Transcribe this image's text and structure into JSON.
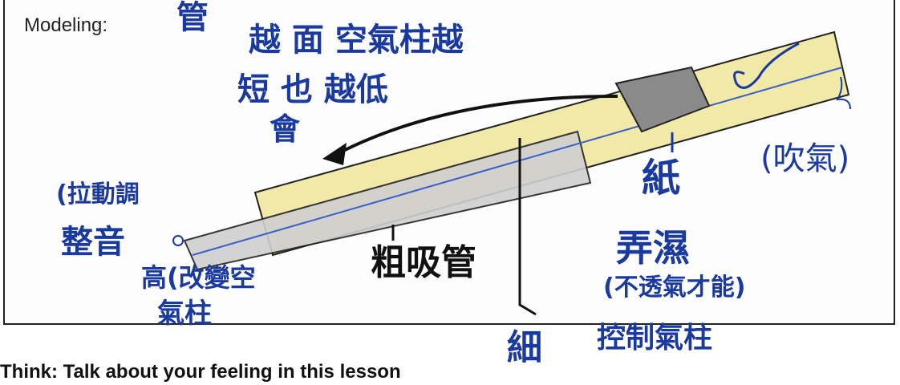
{
  "header": {
    "title": "Modeling:"
  },
  "annotations": {
    "top_fragment": "管",
    "longer_pipe_line1": "越 面 空氣柱越",
    "longer_pipe_line2": "短 也 越低",
    "longer_pipe_line3": "會",
    "blow": "(吹氣)",
    "pull_adjust": "(拉動調",
    "tune_line1": "整音",
    "tune_line2": "高(改變空",
    "tune_line3": "氣柱",
    "thick_straw": "粗吸管",
    "paper_roll_line1": "紙",
    "paper_roll_line2": "弄濕",
    "paper_roll_line3": "(不透氣才能)",
    "paper_roll_line4": "控制氣柱",
    "thin_straw_box": "細"
  },
  "footer": {
    "caption": "Think: Talk about your feeling in this lesson"
  },
  "colors": {
    "ink": "#1b3aa0",
    "straw_yellow": "#f1e9a8",
    "straw_gray": "#cfcfcf",
    "frame": "#222222"
  }
}
